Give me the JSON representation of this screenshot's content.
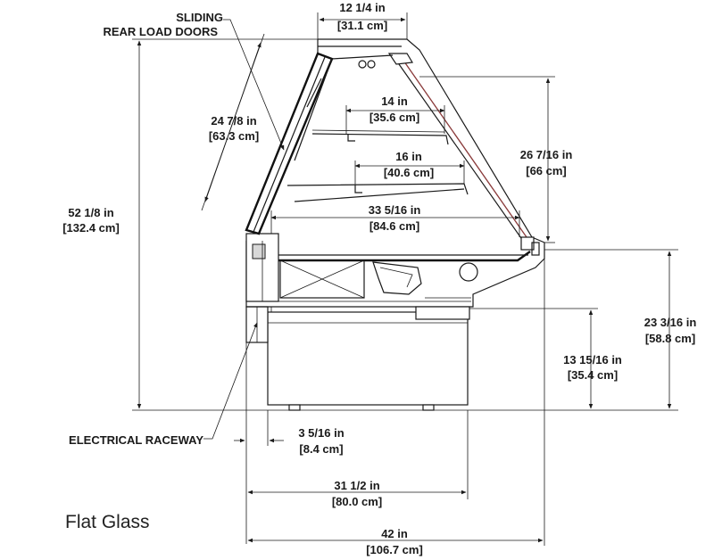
{
  "callouts": {
    "sliding_line1": "SLIDING",
    "sliding_line2": "REAR LOAD DOORS",
    "electrical": "ELECTRICAL RACEWAY"
  },
  "dimensions": {
    "top_width": {
      "imperial": "12 1/4 in",
      "metric": "[31.1 cm]"
    },
    "glass_length": {
      "imperial": "24 7/8 in",
      "metric": "[63.3 cm]"
    },
    "shelf_top": {
      "imperial": "14 in",
      "metric": "[35.6 cm]"
    },
    "shelf_lower": {
      "imperial": "16 in",
      "metric": "[40.6 cm]"
    },
    "deck_depth": {
      "imperial": "33 5/16 in",
      "metric": "[84.6 cm]"
    },
    "overall_height": {
      "imperial": "52 1/8 in",
      "metric": "[132.4 cm]"
    },
    "glass_height": {
      "imperial": "26 7/16 in",
      "metric": "[66 cm]"
    },
    "counter_height": {
      "imperial": "23 3/16 in",
      "metric": "[58.8 cm]"
    },
    "base_height": {
      "imperial": "13 15/16 in",
      "metric": "[35.4 cm]"
    },
    "raceway_offset": {
      "imperial": "3 5/16 in",
      "metric": "[8.4 cm]"
    },
    "base_depth": {
      "imperial": "31 1/2 in",
      "metric": "[80.0 cm]"
    },
    "overall_depth": {
      "imperial": "42 in",
      "metric": "[106.7 cm]"
    }
  },
  "caption": "Flat Glass"
}
